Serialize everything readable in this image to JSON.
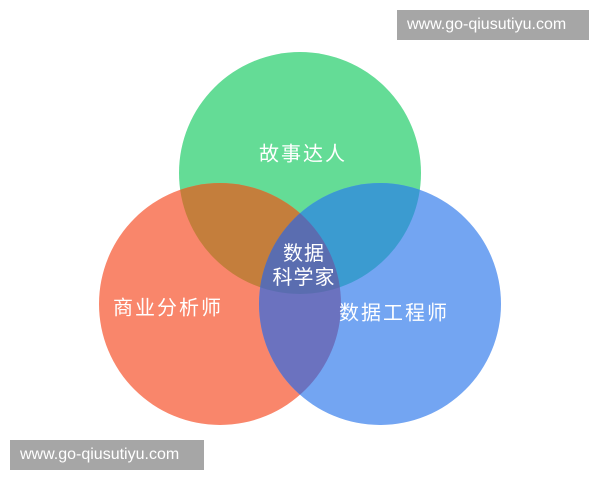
{
  "watermarks": {
    "top_right": "www.go-qiusutiyu.com",
    "bottom_left": "www.go-qiusutiyu.com"
  },
  "venn": {
    "sets": [
      {
        "id": "storyteller",
        "label": "故事达人",
        "color": "#64dc96"
      },
      {
        "id": "business-analyst",
        "label": "商业分析师",
        "color": "#f9866b"
      },
      {
        "id": "data-engineer",
        "label": "数据工程师",
        "color": "#73a5f2"
      }
    ],
    "intersections": {
      "storyteller_business": "#c47e3c",
      "storyteller_engineer": "#3b9bd0",
      "business_engineer": "#6b72bf",
      "all": "#5a6db0"
    },
    "center_label_line1": "数据",
    "center_label_line2": "科学家"
  }
}
